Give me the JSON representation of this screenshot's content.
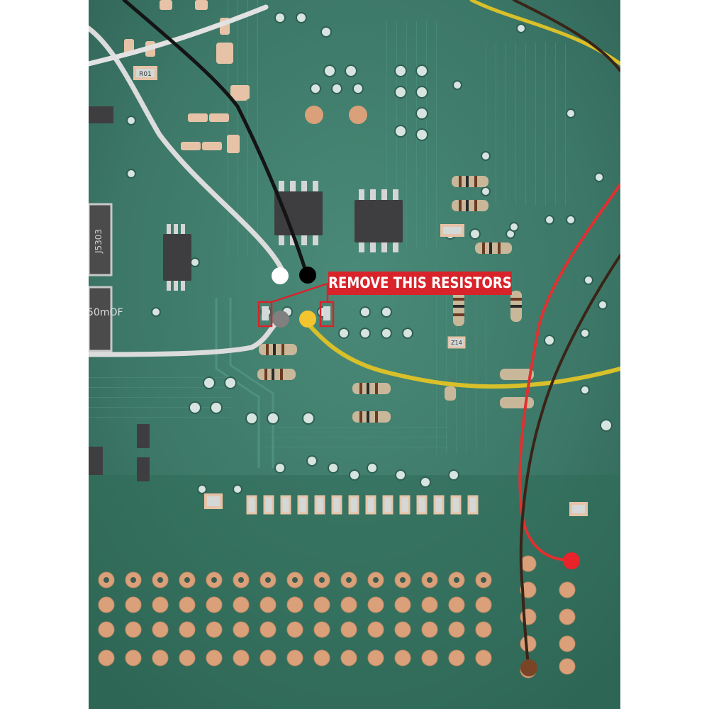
{
  "annotation": {
    "label": "REMOVE THIS RESISTORS",
    "color": "#d8232a",
    "text_color": "#ffffff"
  },
  "silkscreen": {
    "cap_marking": "50mOF",
    "ic_marking": "J5303",
    "resistor_r01": "R01",
    "resistor_z14": "Z14"
  },
  "markers": [
    {
      "name": "white-wire-point",
      "color": "#ffffff"
    },
    {
      "name": "black-wire-point",
      "color": "#000000"
    },
    {
      "name": "gray-wire-point",
      "color": "#808080"
    },
    {
      "name": "yellow-wire-point",
      "color": "#f2c531"
    },
    {
      "name": "red-wire-point",
      "color": "#e8232a"
    },
    {
      "name": "brown-wire-point",
      "color": "#7a4526"
    }
  ],
  "colors": {
    "board": "#3d7a6a",
    "pad": "#d9a07a",
    "wire_yellow": "#d9c02a",
    "wire_red": "#e03030",
    "wire_brown": "#3a2418"
  }
}
